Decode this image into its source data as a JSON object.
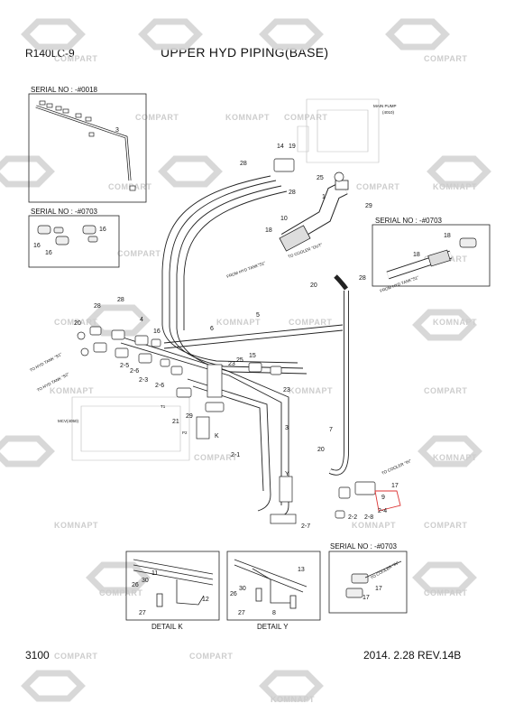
{
  "header": {
    "model": "R140LC-9",
    "title": "UPPER HYD PIPING(BASE)"
  },
  "footer": {
    "page_number": "3100",
    "revision": "2014. 2.28  REV.14B"
  },
  "serial_boxes": [
    {
      "label": "SERIAL NO : -#0018"
    },
    {
      "label": "SERIAL NO : -#0703"
    },
    {
      "label": "SERIAL NO : -#0703"
    },
    {
      "label": "SERIAL NO : -#0703"
    }
  ],
  "details": {
    "k": "DETAIL K",
    "y": "DETAIL Y"
  },
  "components": {
    "main_pump": "MAIN PUMP",
    "main_pump_no": "(4010)",
    "mcv": "MCV(4050)"
  },
  "notes": {
    "from_hyd_tank_s1": "FROM HYD TANK\"S1\"",
    "to_cooler_out": "TO COOLER \"OUT\"",
    "to_hyd_tank_s1": "TO HYD TANK \"S1\"",
    "to_hyd_tank_s2": "TO HYD TANK \"S2\"",
    "to_cooler_in": "TO COOLER \"IN\"",
    "from_hyd_tank_s1_inset": "FROM HYD TANK\"S1\"",
    "to_cooler_in_inset": "TO COOLER \"IN\""
  },
  "watermarks": [
    "COMPART",
    "KOMNAPT"
  ],
  "callouts": {
    "c28a": "28",
    "c14": "14",
    "c19": "19",
    "c25": "25",
    "c1": "1",
    "c28b": "28",
    "c29": "29",
    "c10": "10",
    "c18a": "18",
    "c28c": "28",
    "c20a": "20",
    "c28d": "28",
    "c28e": "28",
    "c20b": "20",
    "c4": "4",
    "c16": "16",
    "c5": "5",
    "c6": "6",
    "c25b": "25",
    "c15": "15",
    "c23a": "23",
    "c23b": "23",
    "c2_5": "2-5",
    "c2_6a": "2-6",
    "c2_3": "2-3",
    "c2_6b": "2-6",
    "c29b": "29",
    "c21": "21",
    "cK": "K",
    "c3": "3",
    "c7": "7",
    "c20c": "20",
    "c2_1": "2-1",
    "cY": "Y",
    "c2_7": "2-7",
    "c2_2": "2-2",
    "c2_8": "2-8",
    "c9": "9",
    "c17a": "17",
    "c2_4": "2-4",
    "c3a": "3",
    "c16a": "16",
    "c16b": "16",
    "c16c": "16",
    "c18b": "18",
    "c18c": "18",
    "c17b": "17",
    "c17c": "17",
    "c11": "11",
    "c30a": "30",
    "c26a": "26",
    "c27a": "27",
    "c12": "12",
    "c13": "13",
    "c30b": "30",
    "c26b": "26",
    "c27b": "27",
    "c8": "8",
    "cT1": "T1",
    "cP2": "P2"
  }
}
